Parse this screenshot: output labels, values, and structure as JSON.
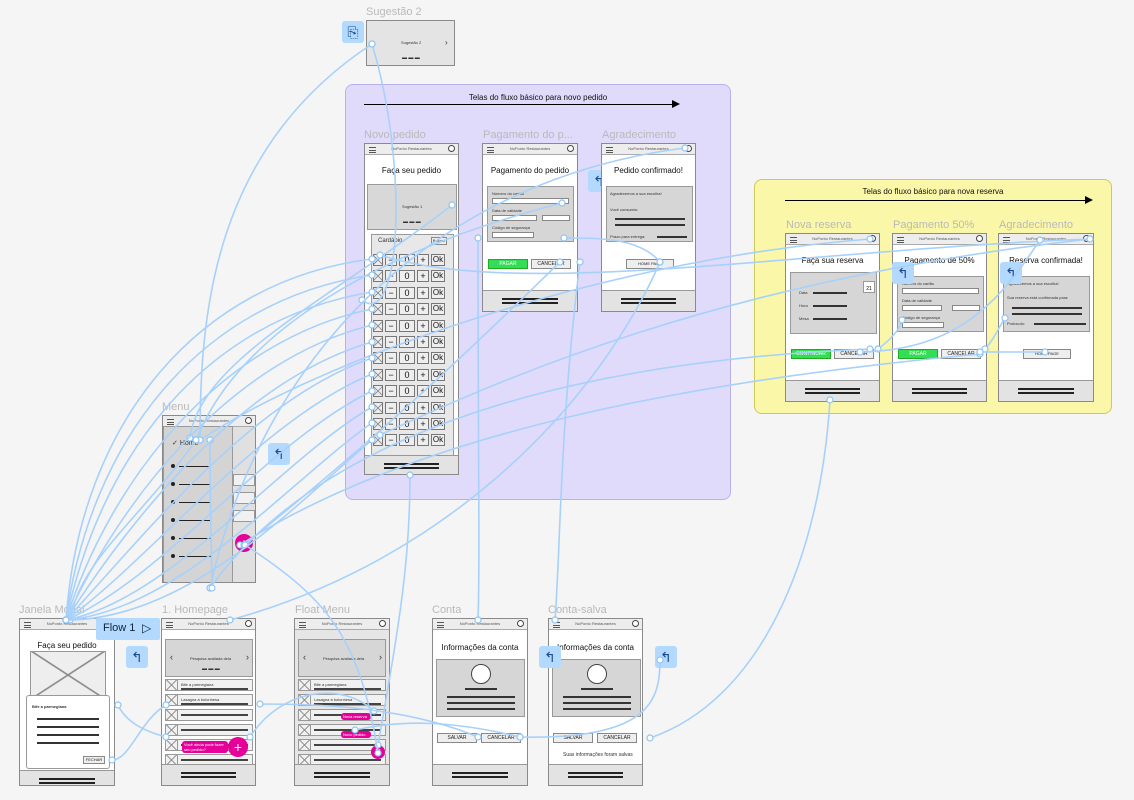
{
  "colors": {
    "flow_line": "#a7d1fb",
    "purple_section": "#e0dbfb",
    "yellow_section": "#fbf7a8",
    "magenta": "#e6009a",
    "green": "#33dd55"
  },
  "sections": {
    "pedido": {
      "title": "Telas do fluxo básico para novo pedido"
    },
    "reserva": {
      "title": "Telas do fluxo básico para nova reserva"
    }
  },
  "flow": {
    "label": "Flow 1"
  },
  "frames": {
    "sugestao2": {
      "label": "Sugestão 2",
      "content": "Sugestão 2",
      "nav_icon": "chevron-right-icon",
      "dashes": "▬ ▬ ▬"
    },
    "novo_pedido": {
      "label": "Novo pedido",
      "header": "NoPonto Restaurantes",
      "heading": "Faça seu pedido",
      "banner": "Sugestão 1",
      "dashes": "▬ ▬ ▬",
      "menu_title": "Cardápio",
      "menu_button": "Buscar",
      "qty": "0",
      "minus": "−",
      "plus": "+",
      "ok": "Ok"
    },
    "pagamento_pedido": {
      "label": "Pagamento do p...",
      "header": "NoPonto Restaurantes",
      "heading": "Pagamento do pedido",
      "card_number": "Número do cartão",
      "validity": "Data de validade",
      "security": "Código de segurança",
      "pay": "PAGAR",
      "cancel": "CANCELAR"
    },
    "agradecimento_pedido": {
      "label": "Agradecimento",
      "header": "NoPonto Restaurantes",
      "heading": "Pedido confirmado!",
      "thanks": "Agradecemos a sua escolha!",
      "received": "Você consumiu:",
      "eta": "Prazo para entrega:",
      "home": "HOME PAGE"
    },
    "nova_reserva": {
      "label": "Nova reserva",
      "header": "NoPonto Restaurantes",
      "heading": "Faça sua reserva",
      "date": "Data",
      "time": "Hora",
      "table": "Mesa",
      "continue": "CONTINUAR",
      "cancel": "CANCELAR",
      "calendar_day": "21"
    },
    "pagamento_50": {
      "label": "Pagamento 50%",
      "header": "NoPonto Restaurantes",
      "heading": "Pagamento de 50%",
      "card_number": "Número do cartão",
      "validity": "Data de validade",
      "security": "Código de segurança",
      "pay": "PAGAR",
      "cancel": "CANCELAR"
    },
    "agradecimento_reserva": {
      "label": "Agradecimento",
      "header": "NoPonto Restaurantes",
      "heading": "Reserva confirmada!",
      "thanks": "Agradecemos a sua escolha!",
      "confirmed": "Sua reserva está confirmada para:",
      "protocol": "Protocolo:",
      "home": "HOME PAGE"
    },
    "menu": {
      "label": "Menu",
      "header": "NoPonto Restaurantes",
      "first_item": "Home"
    },
    "janela_modal": {
      "label": "Janela Modal",
      "header": "NoPonto Restaurantes",
      "heading": "Faça seu pedido",
      "dish": "Bife a parmegiana",
      "close": "FECHAR"
    },
    "homepage": {
      "label": "1. Homepage",
      "header": "NoPonto Restaurantes",
      "banner": "Pesquisa avaliada dela",
      "dashes": "▬ ▬ ▬",
      "items": [
        "Bife a parmegiana",
        "Lasagna à bolonhesa",
        "",
        ""
      ],
      "pink_tag": "Você ainda pode fazer seu pedido?",
      "plus": "+"
    },
    "float_menu": {
      "label": "Float Menu",
      "header": "NoPonto Restaurantes",
      "banner": "Pesquisa avaliada dela",
      "items": [
        "Bife a parmegiana",
        "Lasagna à bolonhesa",
        "",
        ""
      ],
      "pink_a": "Nova reserva",
      "pink_b": "Novo pedido",
      "close": "×"
    },
    "conta": {
      "label": "Conta",
      "header": "NoPonto Restaurantes",
      "heading": "Informações da conta",
      "save": "SALVAR",
      "cancel": "CANCELAR"
    },
    "conta_salva": {
      "label": "Conta-salva",
      "header": "NoPonto Restaurantes",
      "heading": "Informações da conta",
      "save": "SALVAR",
      "cancel": "CANCELAR",
      "saved": "Suas informações foram salvas"
    }
  },
  "icons": {
    "back": "↰",
    "play": "▷",
    "frame_link": "⎘"
  }
}
